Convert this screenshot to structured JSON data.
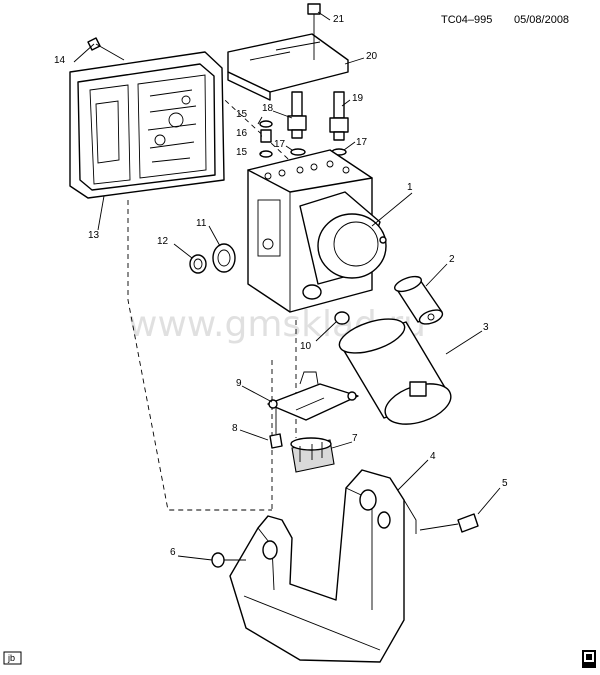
{
  "header": {
    "illustration_code": "TC04–995",
    "date": "05/08/2008"
  },
  "watermark": "www.gmsklad.ru",
  "footer": {
    "left_tag": "jb"
  },
  "callouts": [
    "1",
    "2",
    "3",
    "4",
    "5",
    "6",
    "7",
    "8",
    "9",
    "10",
    "11",
    "12",
    "13",
    "14",
    "15",
    "15",
    "16",
    "17",
    "17",
    "18",
    "19",
    "20",
    "21"
  ]
}
